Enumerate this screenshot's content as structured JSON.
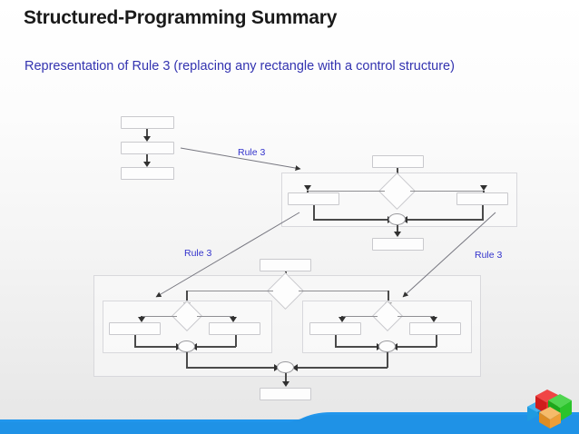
{
  "slide": {
    "title": "Structured-Programming Summary",
    "subtitle": "Representation of Rule 3 (replacing any rectangle with a control structure)",
    "accent_color": "#3333cc",
    "title_color": "#1a1a1a",
    "background": "#f2f2f2"
  },
  "labels": {
    "rule_top": "Rule 3",
    "rule_left": "Rule 3",
    "rule_right": "Rule 3"
  },
  "diagram": {
    "sequence_chart": {
      "name": "sequence-structure",
      "nodes": [
        {
          "type": "process",
          "id": "seq-box-1"
        },
        {
          "type": "process",
          "id": "seq-box-2"
        },
        {
          "type": "process",
          "id": "seq-box-3"
        }
      ]
    },
    "selection_chart": {
      "name": "single-selection-structure",
      "nodes": [
        {
          "type": "process",
          "id": "sel-top-box"
        },
        {
          "type": "decision",
          "id": "sel-diamond"
        },
        {
          "type": "process",
          "id": "sel-left-box"
        },
        {
          "type": "process",
          "id": "sel-right-box"
        },
        {
          "type": "merge",
          "id": "sel-merge-circle"
        },
        {
          "type": "process",
          "id": "sel-bottom-box"
        }
      ]
    },
    "nested_chart": {
      "name": "nested-selection-structure",
      "nodes": [
        {
          "type": "process",
          "id": "nest-top-box"
        },
        {
          "type": "decision",
          "id": "nest-outer-diamond"
        },
        {
          "type": "decision",
          "id": "nest-left-diamond"
        },
        {
          "type": "process",
          "id": "nest-left-branch-a"
        },
        {
          "type": "process",
          "id": "nest-left-branch-b"
        },
        {
          "type": "merge",
          "id": "nest-left-merge"
        },
        {
          "type": "decision",
          "id": "nest-right-diamond"
        },
        {
          "type": "process",
          "id": "nest-right-branch-a"
        },
        {
          "type": "process",
          "id": "nest-right-branch-b"
        },
        {
          "type": "merge",
          "id": "nest-right-merge"
        },
        {
          "type": "merge",
          "id": "nest-outer-merge"
        },
        {
          "type": "process",
          "id": "nest-bottom-box"
        }
      ]
    }
  },
  "footer": {
    "wave_color": "#2196ec",
    "logo": {
      "name": "cube-logo",
      "colors": [
        "#e02020",
        "#22bb22",
        "#1e9be0",
        "#f0a040"
      ]
    }
  }
}
